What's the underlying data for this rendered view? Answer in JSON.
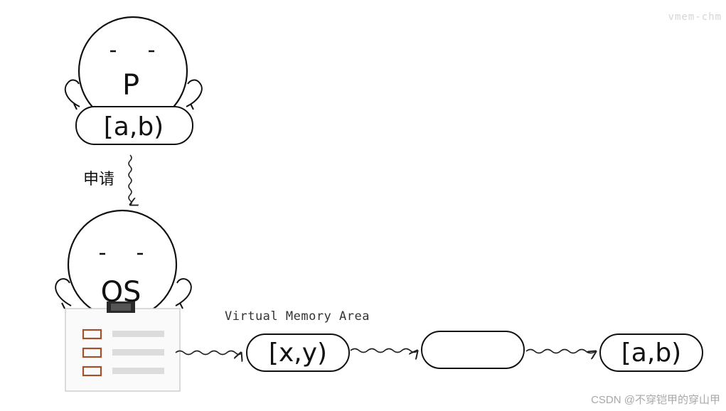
{
  "process": {
    "name": "P",
    "range": "[a,b)"
  },
  "request": {
    "label": "申请"
  },
  "os": {
    "name": "OS"
  },
  "vma": {
    "title": "Virtual Memory Area",
    "nodes": [
      {
        "text": "[x,y)"
      },
      {
        "text": ""
      },
      {
        "text": "[a,b)"
      }
    ]
  },
  "watermark": "CSDN @不穿铠甲的穿山甲",
  "corner_mark": "vmem-chm"
}
